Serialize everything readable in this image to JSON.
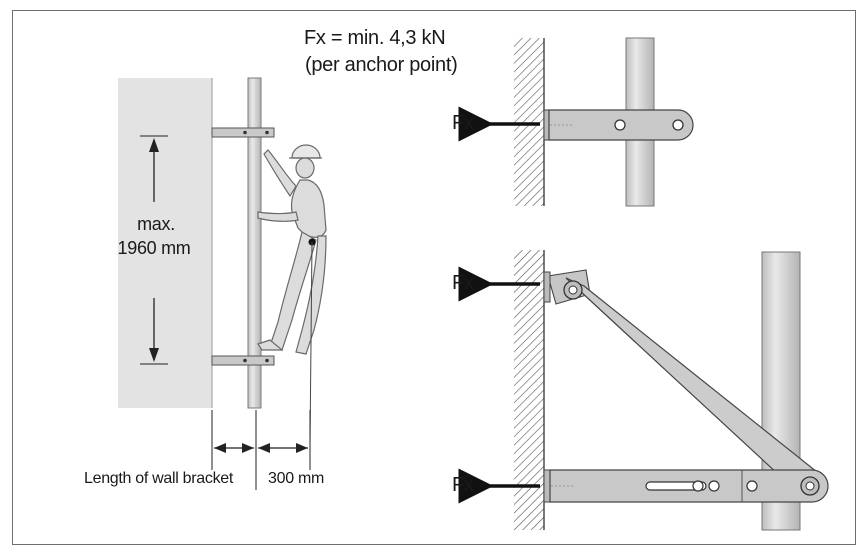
{
  "force_label": "Fx = min. 4,3 kN",
  "force_note": "(per anchor point)",
  "callout_top": "Fx",
  "callout_mid": "Fx",
  "callout_bottom": "Fx",
  "max_label": "max.",
  "spacing_value": "1960 mm",
  "bracket_length_label": "Length of wall bracket",
  "offset_value": "300 mm",
  "colors": {
    "steel": "#cfcfcf",
    "steel_dark": "#8a8a8a",
    "wall": "#e2e2e2",
    "ink": "#1a1a1a"
  }
}
